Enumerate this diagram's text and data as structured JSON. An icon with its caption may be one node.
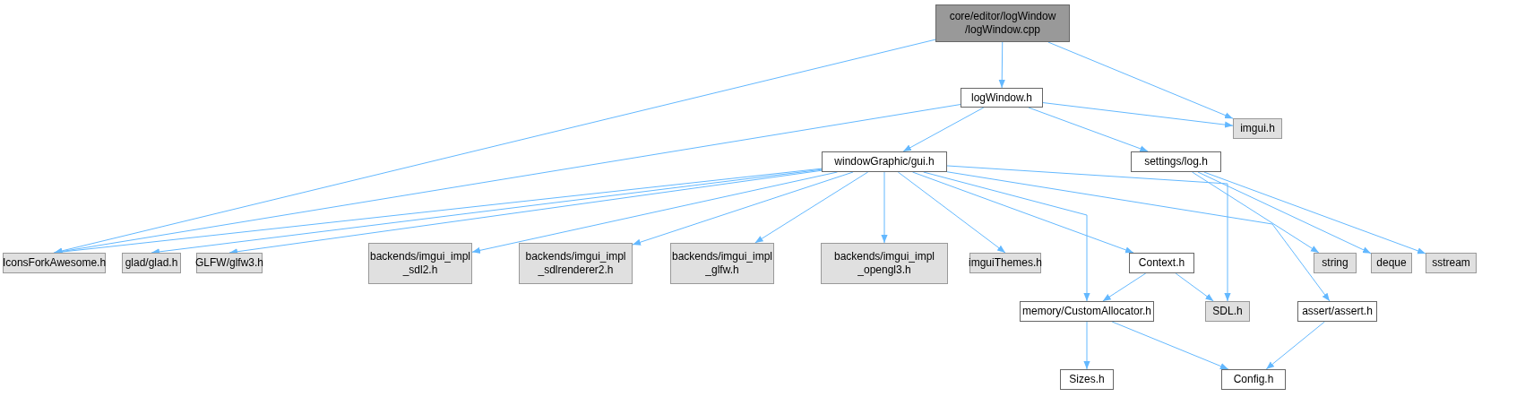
{
  "diagram": {
    "nodes": [
      {
        "text": [
          "core/editor/logWindow /logWindow.cpp"
        ]
      },
      {
        "text": [
          "logWindow.h"
        ]
      },
      {
        "text": [
          "windowGraphic/gui.h"
        ]
      },
      {
        "text": [
          "settings/log.h"
        ]
      },
      {
        "text": [
          "imgui.h"
        ]
      },
      {
        "text": [
          "IconsForkAwesome.h"
        ]
      },
      {
        "text": [
          "glad/glad.h"
        ]
      },
      {
        "text": [
          "GLFW/glfw3.h"
        ]
      },
      {
        "text": [
          "backends/imgui_impl _sdl2.h"
        ]
      },
      {
        "text": [
          "backends/imgui_impl _sdlrenderer2.h"
        ]
      },
      {
        "text": [
          "backends/imgui_impl _glfw.h"
        ]
      },
      {
        "text": [
          "backends/imgui_impl _opengl3.h"
        ]
      },
      {
        "text": [
          "imguiThemes.h"
        ]
      },
      {
        "text": [
          "Context.h"
        ]
      },
      {
        "text": [
          "memory/CustomAllocator.h"
        ]
      },
      {
        "text": [
          "SDL.h"
        ]
      },
      {
        "text": [
          "assert/assert.h"
        ]
      },
      {
        "text": [
          "string"
        ]
      },
      {
        "text": [
          "deque"
        ]
      },
      {
        "text": [
          "sstream"
        ]
      },
      {
        "text": [
          "Sizes.h"
        ]
      },
      {
        "text": [
          "Config.h"
        ]
      }
    ],
    "edges": [
      {
        "from": 0,
        "to": 1,
        "arrow": "to"
      },
      {
        "from": 0,
        "to": 5,
        "arrow": "to"
      },
      {
        "from": 0,
        "to": 4,
        "arrow": "to"
      },
      {
        "from": 1,
        "to": 5,
        "arrow": "to"
      },
      {
        "from": 1,
        "to": 2,
        "arrow": "to"
      },
      {
        "from": 1,
        "to": 3,
        "arrow": "to"
      },
      {
        "from": 1,
        "to": 4,
        "arrow": "to"
      },
      {
        "from": 2,
        "to": 5,
        "arrow": "to"
      },
      {
        "from": 2,
        "to": 6,
        "arrow": "to"
      },
      {
        "from": 2,
        "to": 7,
        "arrow": "to"
      },
      {
        "from": 2,
        "to": 8,
        "arrow": "to"
      },
      {
        "from": 2,
        "to": 9,
        "arrow": "to"
      },
      {
        "from": 2,
        "to": 10,
        "arrow": "to"
      },
      {
        "from": 2,
        "to": 11,
        "arrow": "to"
      },
      {
        "from": 2,
        "to": 12,
        "arrow": "to"
      },
      {
        "from": 2,
        "to": 13,
        "arrow": "to"
      },
      {
        "from": 2,
        "to": 14,
        "arrow": "to"
      },
      {
        "from": 2,
        "to": 15,
        "arrow": "to"
      },
      {
        "from": 2,
        "to": 16,
        "arrow": "to"
      },
      {
        "from": 3,
        "to": 17,
        "arrow": "to"
      },
      {
        "from": 3,
        "to": 18,
        "arrow": "to"
      },
      {
        "from": 3,
        "to": 19,
        "arrow": "to"
      },
      {
        "from": 13,
        "to": 14,
        "arrow": "to"
      },
      {
        "from": 13,
        "to": 15,
        "arrow": "to"
      },
      {
        "from": 14,
        "to": 20,
        "arrow": "to"
      },
      {
        "from": 14,
        "to": 21,
        "arrow": "to"
      },
      {
        "from": 16,
        "to": 21,
        "arrow": "to"
      }
    ]
  }
}
